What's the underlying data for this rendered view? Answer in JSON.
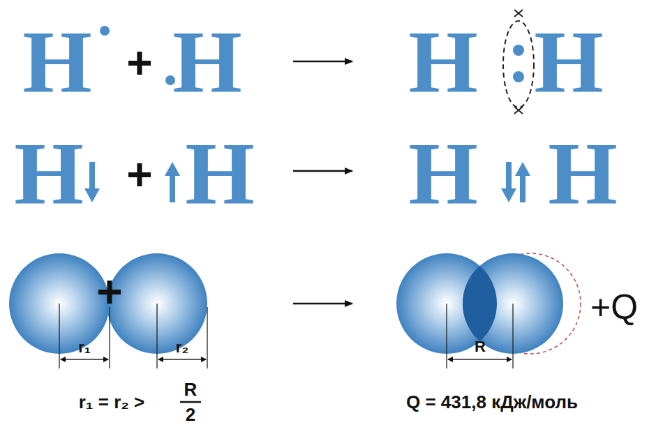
{
  "diagram": {
    "labels": [
      "H",
      "+",
      "H",
      "H",
      "H",
      "H",
      "+",
      "H",
      "H",
      "H",
      "+",
      "+Q",
      "r₁",
      "r₂",
      "R",
      "r₁ = r₂ >",
      "R",
      "2",
      "Q = 431,8 кДж/моль"
    ]
  }
}
